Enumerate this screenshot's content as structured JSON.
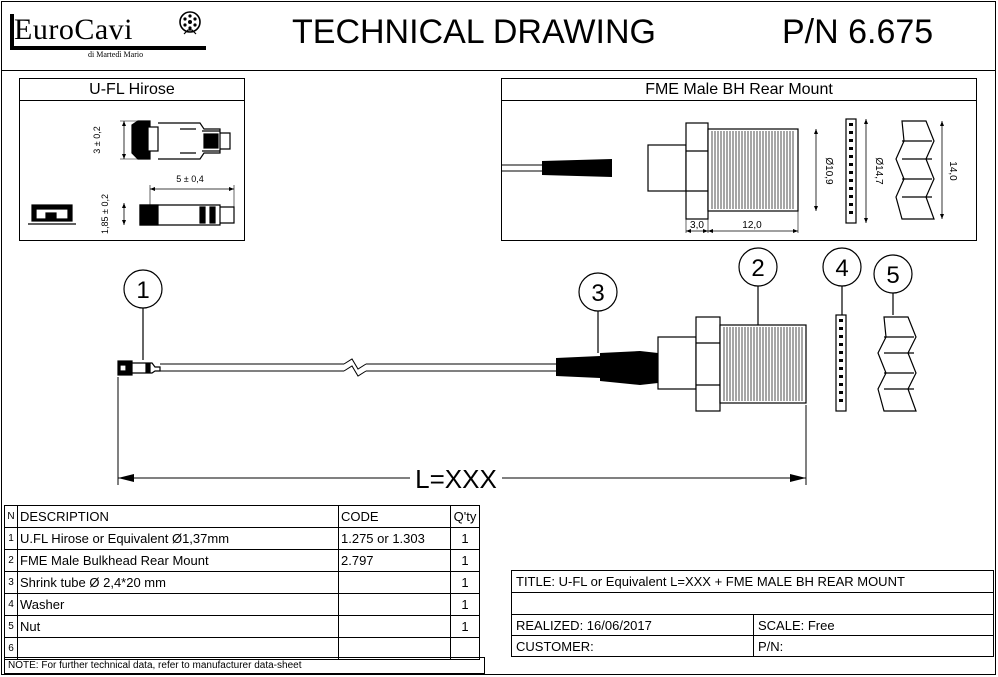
{
  "header": {
    "logo_name": "EuroCavi",
    "logo_sub": "di Martedì Mario",
    "title": "TECHNICAL DRAWING",
    "part_number": "P/N 6.675"
  },
  "detail_ufl": {
    "title": "U-FL Hirose",
    "dim_height": "3 ± 0,2",
    "dim_length": "5 ± 0,4",
    "dim_profile": "1,85 ± 0,2"
  },
  "detail_fme": {
    "title": "FME Male BH Rear Mount",
    "dim_thread": "Ø10,9",
    "dim_washer": "Ø14,7",
    "dim_nut": "14,0",
    "dim_flange": "3,0",
    "dim_body": "12,0"
  },
  "assembly": {
    "balloons": [
      "1",
      "2",
      "3",
      "4",
      "5"
    ],
    "length_label": "L=XXX"
  },
  "bom": {
    "headers": {
      "n": "N",
      "description": "DESCRIPTION",
      "code": "CODE",
      "qty": "Q'ty"
    },
    "rows": [
      {
        "n": "1",
        "description": "U.FL Hirose or Equivalent Ø1,37mm",
        "code": "1.275 or 1.303",
        "qty": "1"
      },
      {
        "n": "2",
        "description": "FME Male Bulkhead Rear Mount",
        "code": "2.797",
        "qty": "1"
      },
      {
        "n": "3",
        "description": "Shrink tube Ø 2,4*20 mm",
        "code": "",
        "qty": "1"
      },
      {
        "n": "4",
        "description": "Washer",
        "code": "",
        "qty": "1"
      },
      {
        "n": "5",
        "description": "Nut",
        "code": "",
        "qty": "1"
      },
      {
        "n": "6",
        "description": "",
        "code": "",
        "qty": ""
      }
    ],
    "note": "NOTE: For further technical data, refer to manufacturer data-sheet"
  },
  "title_block": {
    "title": "TITLE: U-FL or Equivalent L=XXX + FME MALE BH  REAR MOUNT",
    "realized": "REALIZED: 16/06/2017",
    "scale": "SCALE: Free",
    "customer": "CUSTOMER:",
    "pn": "P/N:"
  }
}
